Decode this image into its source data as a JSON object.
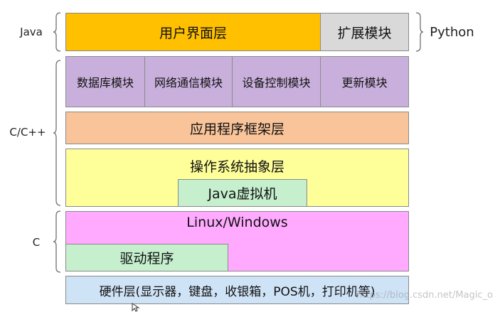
{
  "colors": {
    "ui_layer": "#ffc000",
    "ext_module": "#d9d9d9",
    "modules": "#c9b0dc",
    "framework": "#f9c49a",
    "os_layer": "#ffff99",
    "jvm": "#c6efce",
    "linux": "#ffaaff",
    "driver": "#c6efce",
    "hardware": "#cfe3f7"
  },
  "labels": {
    "java": "Java",
    "python": "Python",
    "cpp": "C/C++",
    "c": "C"
  },
  "blocks": {
    "ui_layer": "用户界面层",
    "ext_module": "扩展模块",
    "modules": [
      "数据库模块",
      "网络通信模块",
      "设备控制模块",
      "更新模块"
    ],
    "framework": "应用程序框架层",
    "os_layer": "操作系统抽象层",
    "jvm": "Java虚拟机",
    "linux": "Linux/Windows",
    "driver": "驱动程序",
    "hardware": "硬件层(显示器，键盘，收银箱，POS机，打印机等)"
  },
  "watermark": "https://blog.csdn.net/Magic_o"
}
